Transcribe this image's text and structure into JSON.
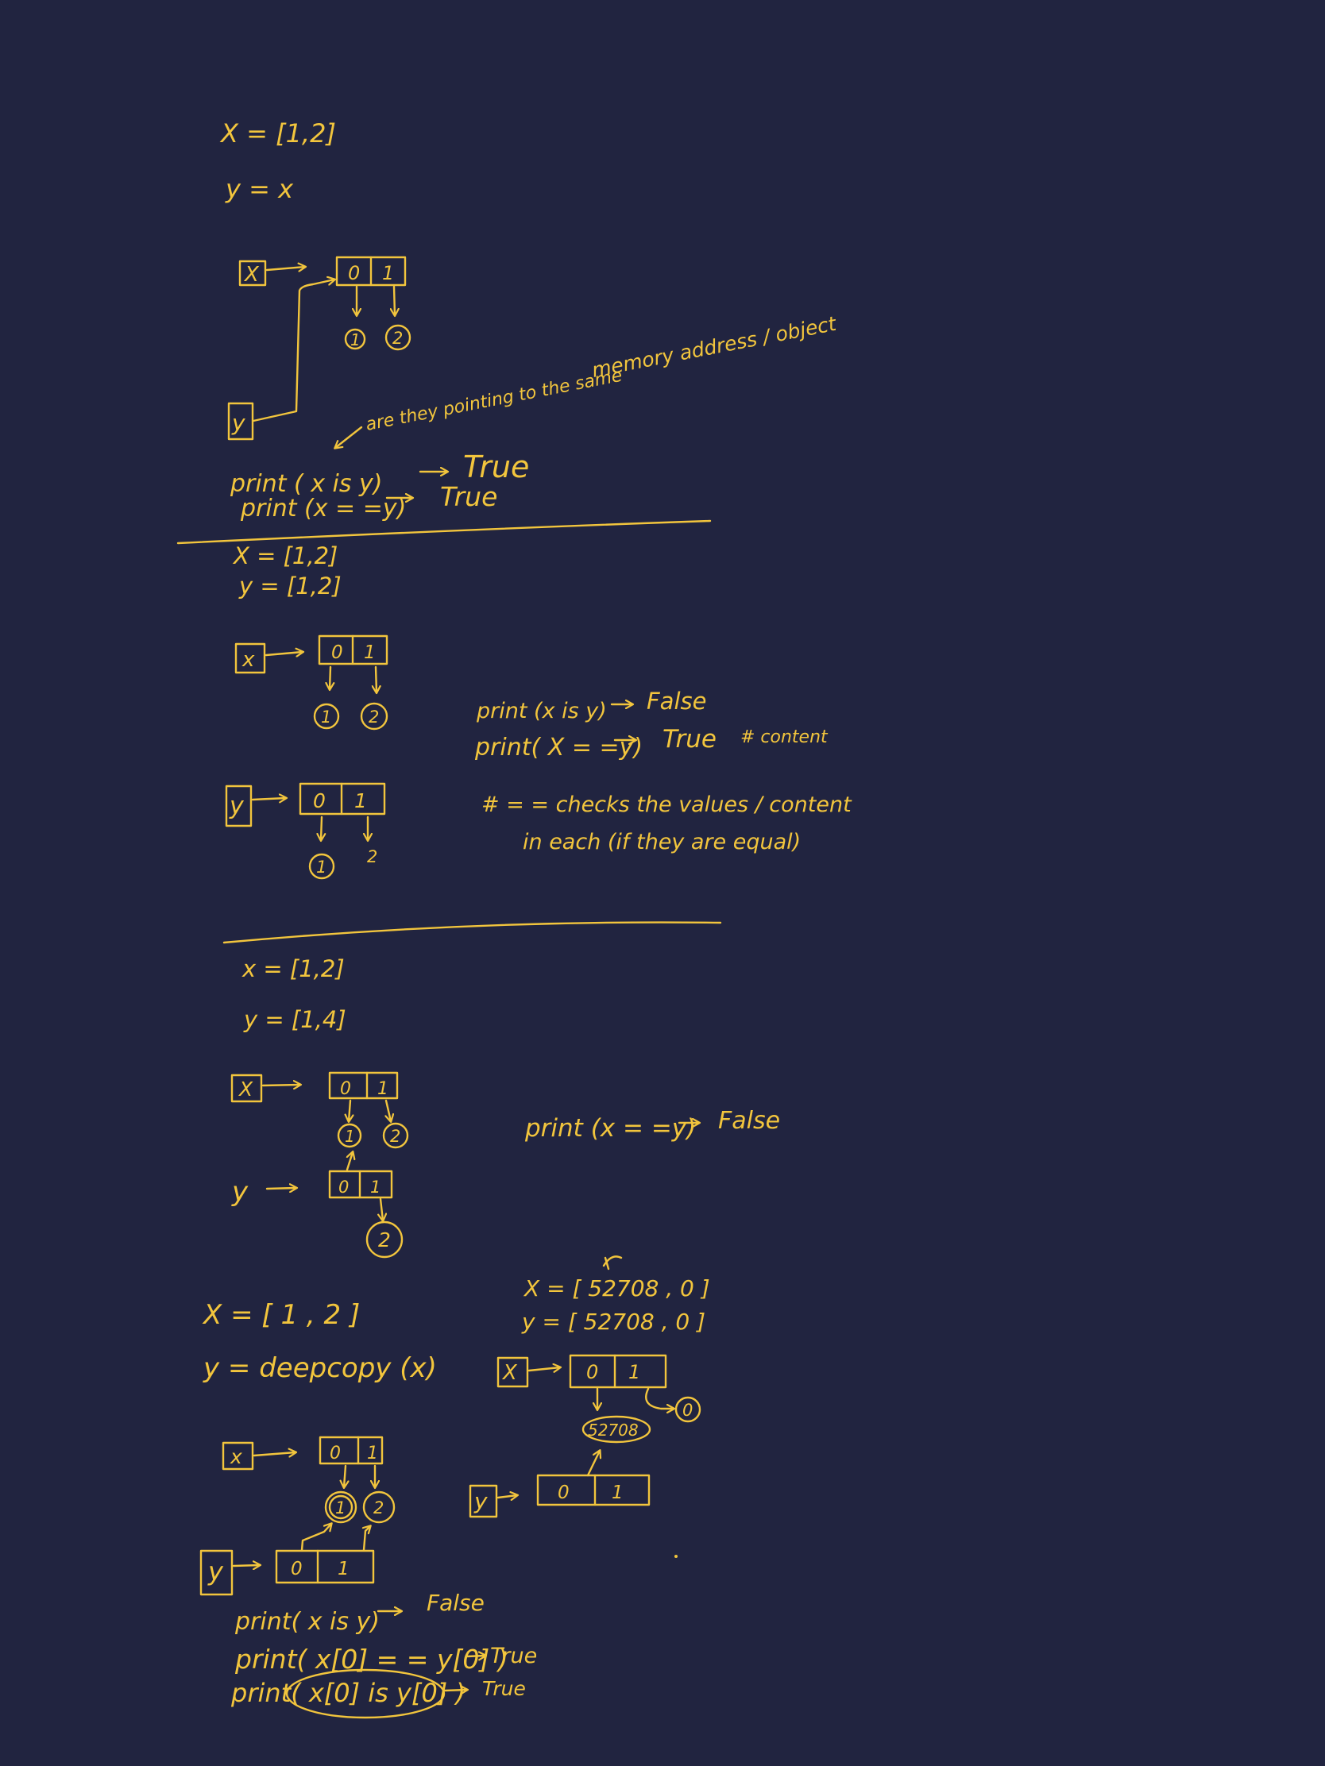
{
  "theme": {
    "background": "#212440",
    "ink": "#F2C53D"
  },
  "section1": {
    "line1": "X = [1,2]",
    "line2": "y = x",
    "box_x": "X",
    "box_y": "y",
    "cell0": "0",
    "cell1": "1",
    "val1": "1",
    "val2": "2",
    "note_a": "are they pointing to the same",
    "note_b": "memory address / object",
    "print1_code": "print ( x is y)",
    "print1_result": "True",
    "print2_code": "print (x = =y)",
    "print2_result": "True"
  },
  "section2": {
    "line1": "X = [1,2]",
    "line2": "y = [1,2]",
    "box_x": "x",
    "box_y": "y",
    "x_cell0": "0",
    "x_cell1": "1",
    "x_val1": "1",
    "x_val2": "2",
    "y_cell0": "0",
    "y_cell1": "1",
    "y_val1": "1",
    "y_val2": "2",
    "print1_code": "print (x is y)",
    "print1_result": "False",
    "print2_code": "print( X = =y)",
    "print2_result": "True",
    "print2_comment": "# content",
    "note_line1": "# = = checks the values / content",
    "note_line2": "in each (if they are equal)"
  },
  "section3": {
    "line1": "x = [1,2]",
    "line2": "y = [1,4]",
    "box_x": "X",
    "label_y": "y",
    "x_cell0": "0",
    "x_cell1": "1",
    "val1": "1",
    "val2": "2",
    "y_cell0": "0",
    "y_cell1": "1",
    "y_val2": "2",
    "print_code": "print (x = =y)",
    "print_result": "False"
  },
  "section4": {
    "line1": "X = [ 1 , 2 ]",
    "line2": "y = deepcopy (x)",
    "box_x": "x",
    "box_y": "y",
    "x_cell0": "0",
    "x_cell1": "1",
    "val1": "1",
    "val2": "2",
    "y_cell0": "0",
    "y_cell1": "1",
    "print1_code": "print( x is y)",
    "print1_result": "False",
    "print2_code": "print( x[0] = = y[0] )",
    "print2_result": "True",
    "print3_code": "print( x[0] is y[0] )",
    "print3_result": "True",
    "right_line1": "X = [ 52708 , 0 ]",
    "right_line2": "y = [ 52708 , 0 ]",
    "right_box_x": "X",
    "right_box_y": "y",
    "rx_cell0": "0",
    "rx_cell1": "1",
    "ry_cell0": "0",
    "ry_cell1": "1",
    "shared_value": "52708",
    "zero_value": "0"
  }
}
